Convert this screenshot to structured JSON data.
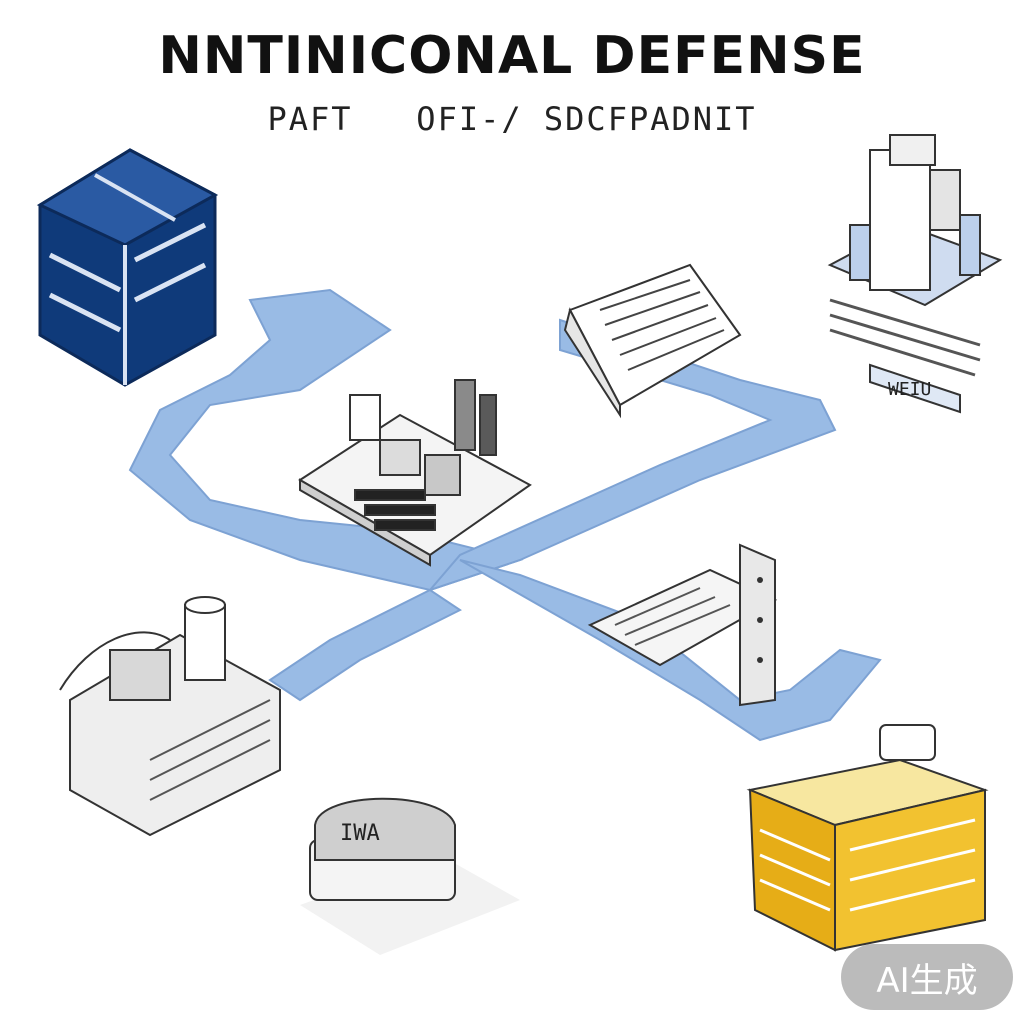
{
  "title": "NNTINICONAL DEFENSE",
  "subtitle": "PAFT   OFI-/ SDCFPADNIT",
  "node_labels": {
    "server_tower": "WEIU",
    "small_device": "IWA"
  },
  "watermark": "AI生成",
  "colors": {
    "pipe": "#8fb4e3",
    "pipe_edge": "#6f98cf",
    "navy_cube": "#0f3a7a",
    "yellow_box": "#f2c230",
    "sketch_line": "#333333"
  }
}
